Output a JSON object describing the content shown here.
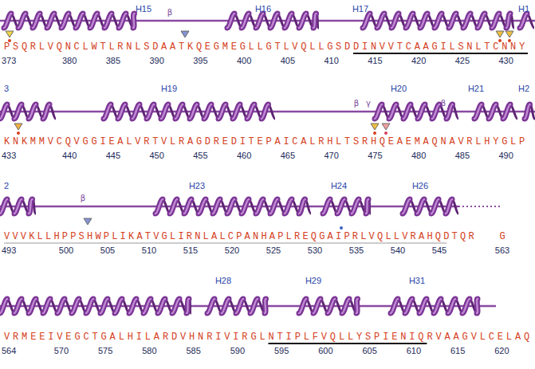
{
  "diagram": {
    "labels": [
      "H15",
      "β",
      "H16",
      "H17",
      "H1",
      "PSQRLVQNCLWTLRNLSDAATKQEGMEGLLGTLVQLLGSDDINVVTCAAGILSNLTCNNY",
      "373",
      "380",
      "385",
      "390",
      "395",
      "400",
      "405",
      "410",
      "415",
      "420",
      "425",
      "430",
      "3",
      "H19",
      "β",
      "γ",
      "H20",
      "β",
      "H21",
      "H2",
      "KNKMMVCQVGGIEALVRTVLRAGDREDITEPAICALRHLTSRHQEAEMAQNAVRLHYGLP",
      "433",
      "440",
      "445",
      "450",
      "455",
      "460",
      "465",
      "470",
      "475",
      "480",
      "485",
      "490",
      "2",
      "β",
      "H23",
      "H24",
      "H26",
      "VVVKLLHPPSHWPLIKATVGLIRNLALCPANHAPLREQGAIPRLVQLLVRAHQDTQR",
      "G",
      "493",
      "500",
      "505",
      "510",
      "515",
      "520",
      "525",
      "530",
      "535",
      "540",
      "545",
      "563",
      "H28",
      "H29",
      "H31",
      "VRMEEIVEGCTGALHILARDVHNRIVIRGLNTIPLFVQLLYSPIENIQRVAAGVLCELAQ",
      "564",
      "570",
      "575",
      "580",
      "585",
      "590",
      "595",
      "600",
      "605",
      "610",
      "615",
      "620"
    ]
  }
}
